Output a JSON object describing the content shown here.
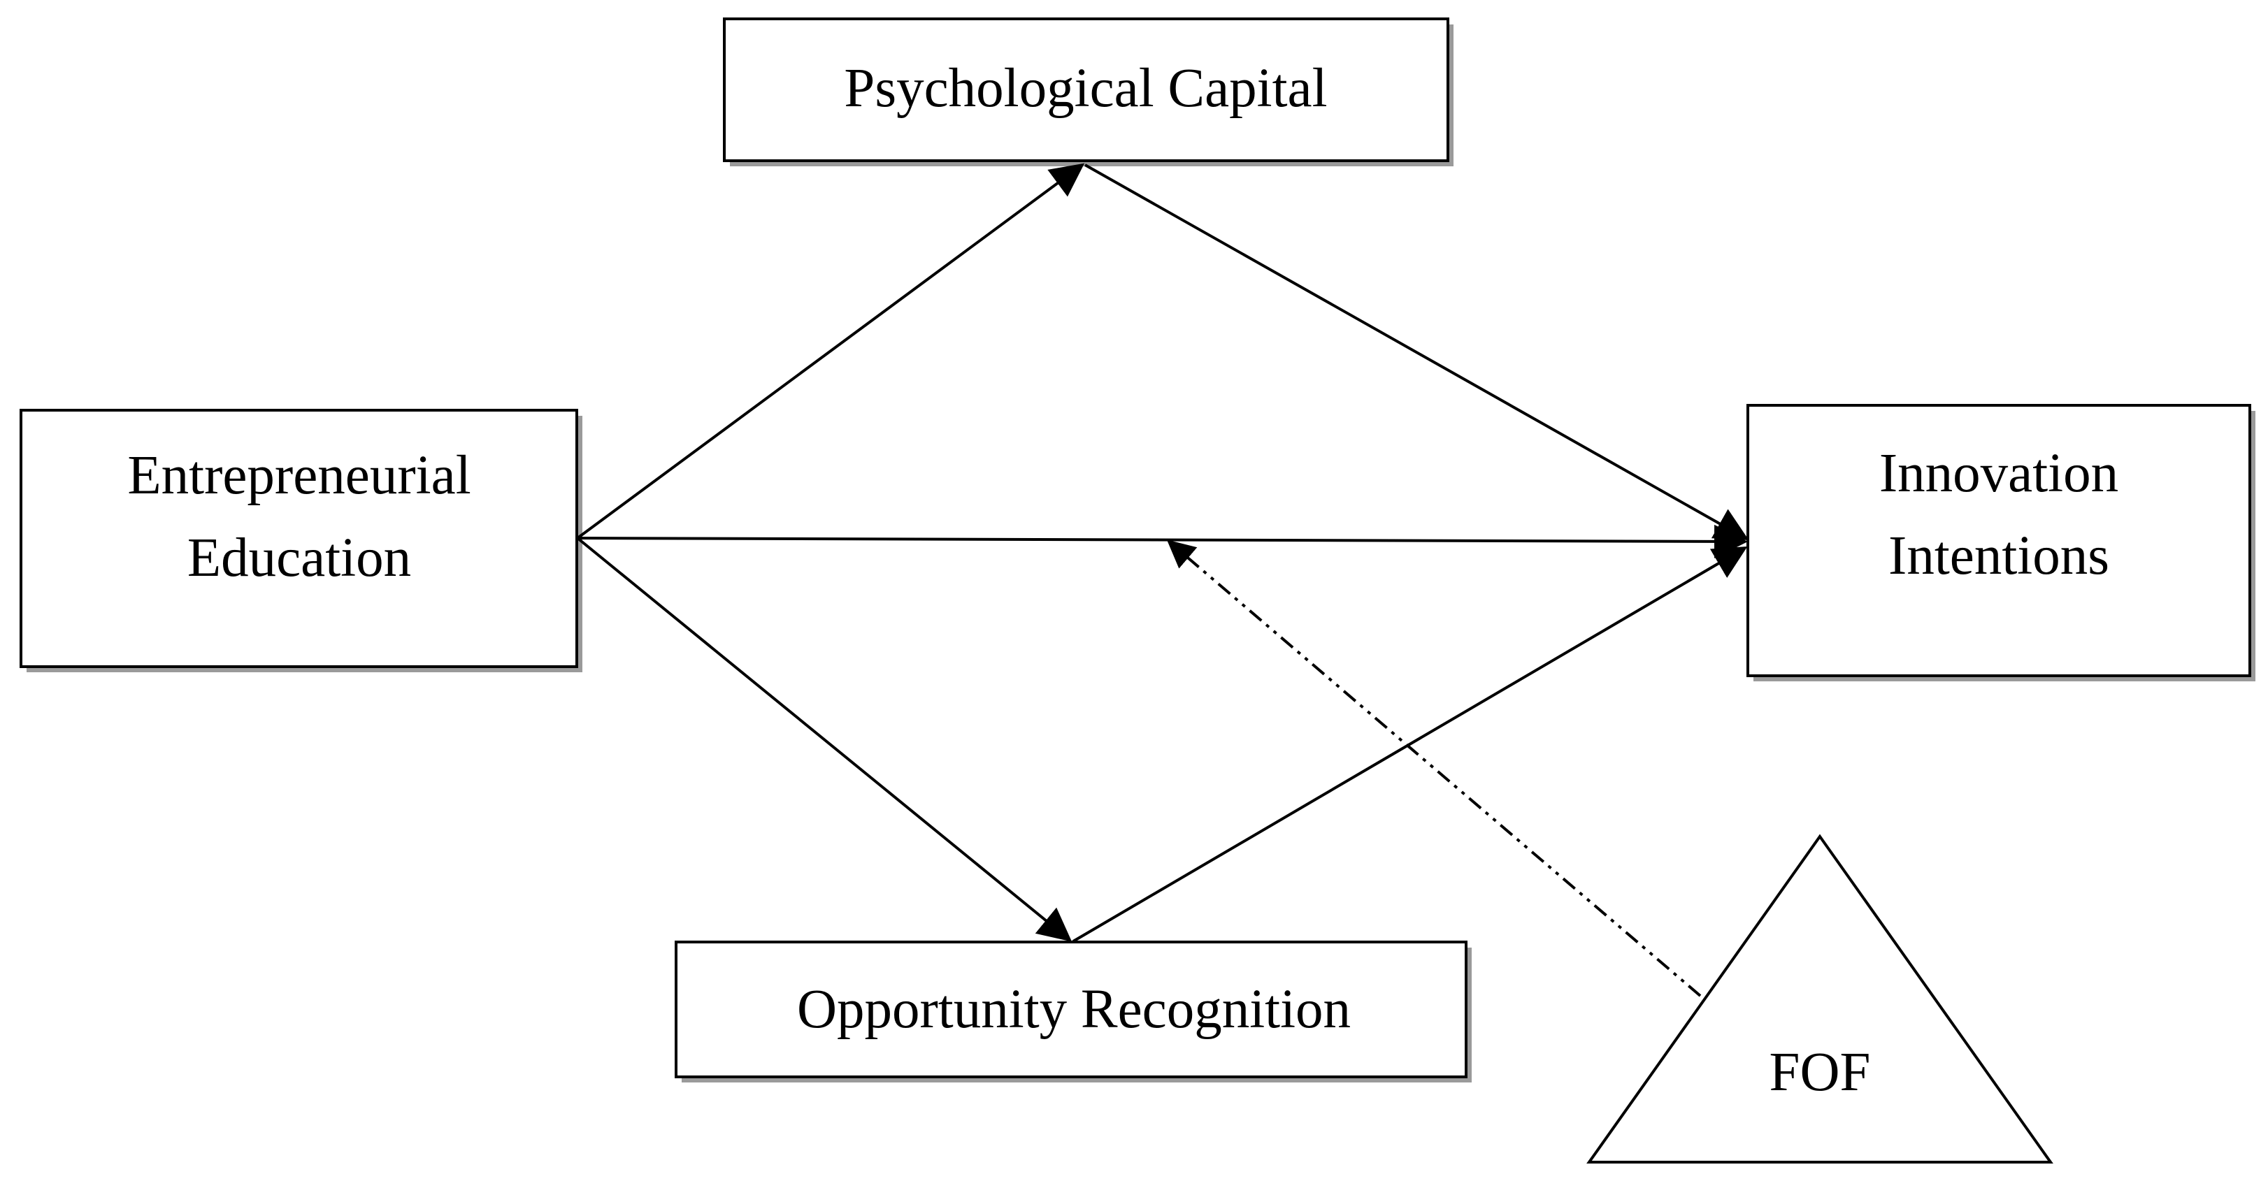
{
  "nodes": {
    "psychological_capital": {
      "label": "Psychological Capital"
    },
    "entrepreneurial_education": {
      "line1": "Entrepreneurial",
      "line2": "Education"
    },
    "innovation_intentions": {
      "line1": "Innovation",
      "line2": "Intentions"
    },
    "opportunity_recognition": {
      "label": "Opportunity Recognition"
    },
    "fof": {
      "label": "FOF"
    }
  },
  "edges": [
    {
      "from": "Entrepreneurial Education",
      "to": "Psychological Capital",
      "style": "solid"
    },
    {
      "from": "Psychological Capital",
      "to": "Innovation Intentions",
      "style": "solid"
    },
    {
      "from": "Entrepreneurial Education",
      "to": "Innovation Intentions",
      "style": "solid"
    },
    {
      "from": "Entrepreneurial Education",
      "to": "Opportunity Recognition",
      "style": "solid"
    },
    {
      "from": "Opportunity Recognition",
      "to": "Innovation Intentions",
      "style": "solid"
    },
    {
      "from": "FOF",
      "to": "Entrepreneurial Education → Innovation Intentions path",
      "style": "dash-dot"
    }
  ],
  "colors": {
    "stroke": "#000000",
    "fill": "#ffffff",
    "shadow": "#9a9a9a"
  }
}
